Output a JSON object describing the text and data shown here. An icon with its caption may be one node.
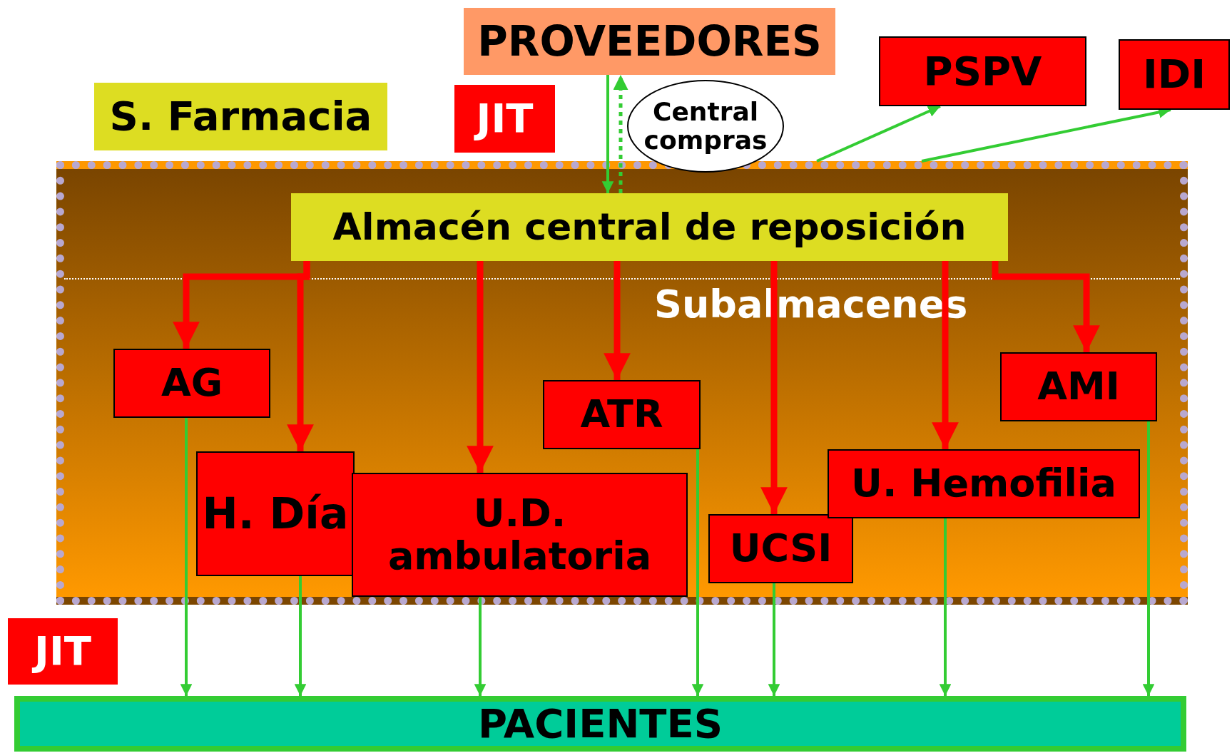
{
  "diagram": {
    "nodes": [
      {
        "text": [
          "PROVEEDORES"
        ]
      },
      {
        "text": [
          "S. Farmacia"
        ]
      },
      {
        "text": [
          "JIT"
        ]
      },
      {
        "text": [
          "Central compras"
        ]
      },
      {
        "text": [
          "PSPV"
        ]
      },
      {
        "text": [
          "IDI"
        ]
      },
      {
        "text": [
          "Subalmacenes"
        ]
      },
      {
        "text": [
          "Almacén central de reposición"
        ],
        "in": 6
      },
      {
        "text": [
          "AG"
        ],
        "in": 6
      },
      {
        "text": [
          "H. Día"
        ],
        "in": 6
      },
      {
        "text": [
          "U.D. ambulatoria"
        ],
        "in": 6
      },
      {
        "text": [
          "ATR"
        ],
        "in": 6
      },
      {
        "text": [
          "UCSI"
        ],
        "in": 6
      },
      {
        "text": [
          "U. Hemofilia"
        ],
        "in": 6
      },
      {
        "text": [
          "AMI"
        ],
        "in": 6
      },
      {
        "text": [
          "JIT"
        ]
      },
      {
        "text": [
          "PACIENTES"
        ]
      }
    ],
    "edges": [
      {
        "from": 0,
        "to": 7,
        "arrow": "to"
      },
      {
        "from": 7,
        "to": 0,
        "arrow": "to",
        "style": "dashed"
      },
      {
        "from": 6,
        "to": 4,
        "arrow": "to"
      },
      {
        "from": 6,
        "to": 5,
        "arrow": "to"
      },
      {
        "from": 7,
        "to": 8,
        "arrow": "to",
        "style": "thick",
        "color": "#ff0000"
      },
      {
        "from": 7,
        "to": 9,
        "arrow": "to",
        "style": "thick",
        "color": "#ff0000"
      },
      {
        "from": 7,
        "to": 10,
        "arrow": "to",
        "style": "thick",
        "color": "#ff0000"
      },
      {
        "from": 7,
        "to": 11,
        "arrow": "to",
        "style": "thick",
        "color": "#ff0000"
      },
      {
        "from": 7,
        "to": 12,
        "arrow": "to",
        "style": "thick",
        "color": "#ff0000"
      },
      {
        "from": 7,
        "to": 13,
        "arrow": "to",
        "style": "thick",
        "color": "#ff0000"
      },
      {
        "from": 7,
        "to": 14,
        "arrow": "to",
        "style": "thick",
        "color": "#ff0000"
      },
      {
        "from": 8,
        "to": 16,
        "arrow": "to"
      },
      {
        "from": 9,
        "to": 16,
        "arrow": "to"
      },
      {
        "from": 10,
        "to": 16,
        "arrow": "to"
      },
      {
        "from": 11,
        "to": 16,
        "arrow": "to"
      },
      {
        "from": 12,
        "to": 16,
        "arrow": "to"
      },
      {
        "from": 13,
        "to": 16,
        "arrow": "to"
      },
      {
        "from": 14,
        "to": 16,
        "arrow": "to"
      }
    ]
  }
}
